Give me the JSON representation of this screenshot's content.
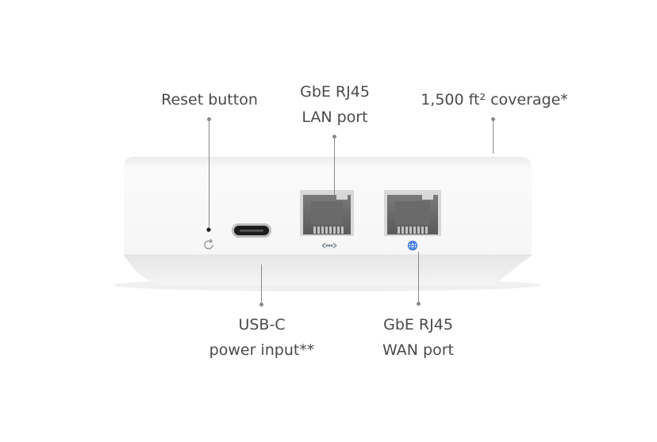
{
  "callouts": {
    "reset": {
      "text": "Reset button"
    },
    "lan": {
      "line1": "GbE RJ45",
      "line2": "LAN port"
    },
    "coverage": {
      "text": "1,500 ft² coverage*"
    },
    "usbc": {
      "line1": "USB-C",
      "line2": "power input**"
    },
    "wan": {
      "line1": "GbE RJ45",
      "line2": "WAN port"
    }
  },
  "device": {
    "body_color": "#f7f7f7",
    "port_icon_color": "#6f7f95",
    "wan_icon_color": "#2f6fe0",
    "ports": [
      {
        "name": "reset-button",
        "icon": "reset-arrow-icon"
      },
      {
        "name": "usb-c-port",
        "icon": "none"
      },
      {
        "name": "lan-port",
        "icon": "lan-arrows-icon"
      },
      {
        "name": "wan-port",
        "icon": "globe-icon"
      }
    ]
  }
}
